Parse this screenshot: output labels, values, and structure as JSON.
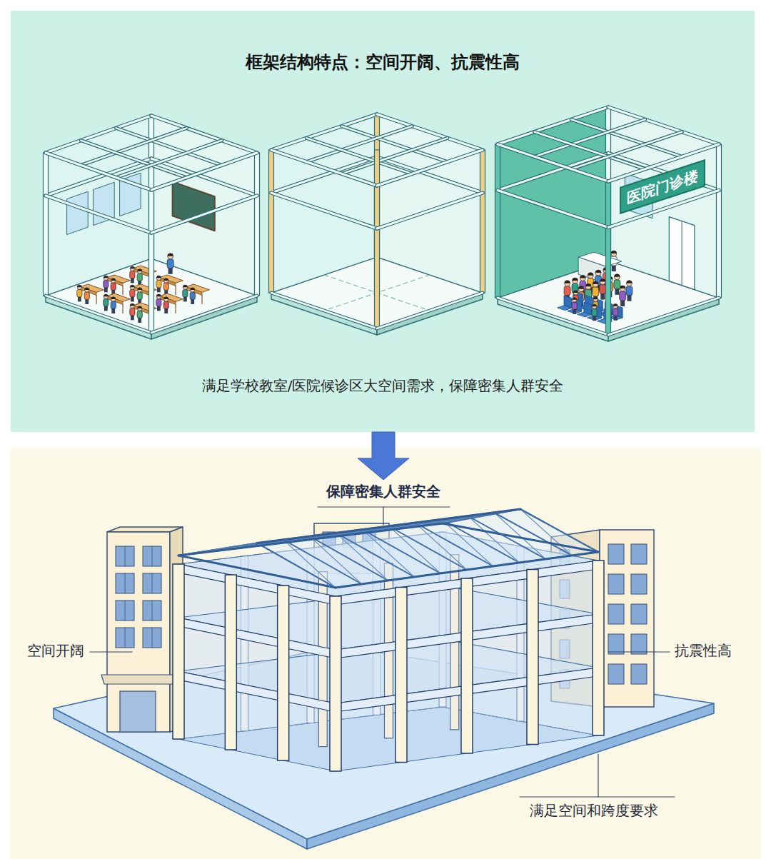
{
  "diagram": {
    "title": "框架结构特点：空间开阔、抗震性高",
    "nodes": [
      {
        "text": [
          "满足学校教室/医院候诊区大空间需求，保障密集人群安全"
        ]
      },
      {
        "text": [
          "医院门诊楼"
        ],
        "in": 0
      },
      {
        "text": [
          "保障密集人群安全"
        ]
      }
    ],
    "edges": [
      {
        "from": 0,
        "to": 2,
        "arrow": "to"
      }
    ],
    "labels": [
      "空间开阔",
      "抗震性高",
      "满足空间和跨度要求"
    ]
  }
}
